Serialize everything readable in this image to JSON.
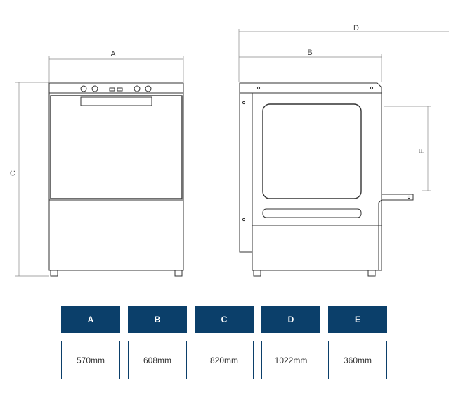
{
  "labels": {
    "a_front": "A",
    "a_top": "C",
    "b_side": "B",
    "d_side": "D",
    "e_side": "E"
  },
  "table": {
    "columns": [
      {
        "header": "A",
        "value": "570mm"
      },
      {
        "header": "B",
        "value": "608mm"
      },
      {
        "header": "C",
        "value": "820mm"
      },
      {
        "header": "D",
        "value": "1022mm"
      },
      {
        "header": "E",
        "value": "360mm"
      }
    ]
  },
  "colors": {
    "header_bg": "#0b3f6a",
    "header_text": "#ffffff",
    "line": "#333333"
  }
}
